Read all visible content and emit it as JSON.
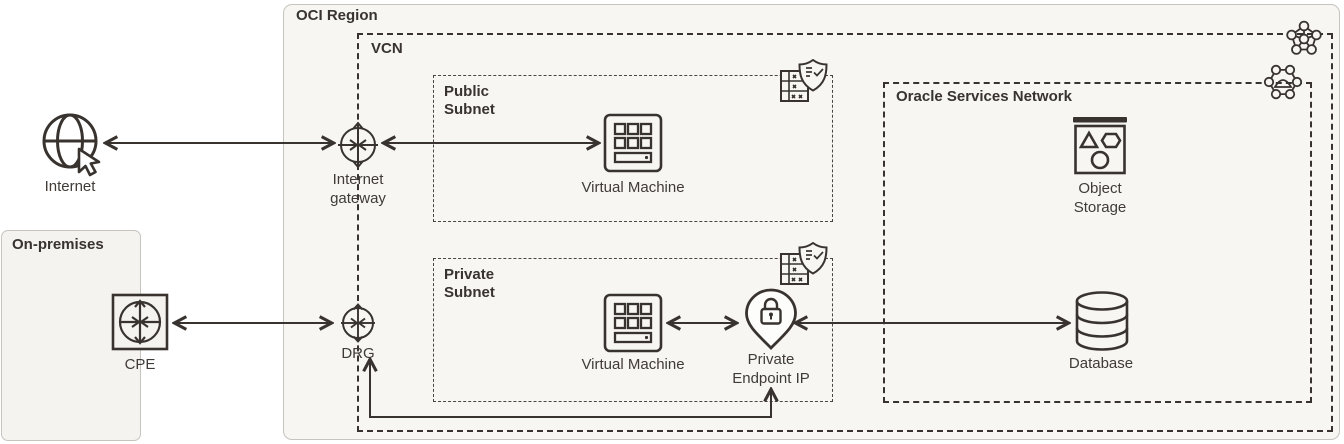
{
  "colors": {
    "ink": "#38332f",
    "label_text": "#403b36",
    "box_border": "#c7c3be",
    "region_fill": "#f7f6f3",
    "onprem_fill": "#f4f3f0"
  },
  "containers": {
    "oci_region": {
      "title": "OCI Region"
    },
    "on_premises": {
      "title": "On-premises"
    },
    "vcn": {
      "title": "VCN"
    },
    "public_subnet": {
      "title": "Public\nSubnet"
    },
    "private_subnet": {
      "title": "Private\nSubnet"
    },
    "oracle_services_network": {
      "title": "Oracle Services Network"
    }
  },
  "nodes": {
    "internet": {
      "label": "Internet",
      "icon": "globe-cursor-icon"
    },
    "internet_gateway": {
      "label": "Internet\ngateway",
      "icon": "gateway-router-icon"
    },
    "cpe": {
      "label": "CPE",
      "icon": "cpe-router-icon"
    },
    "drg": {
      "label": "DRG",
      "icon": "gateway-router-icon"
    },
    "vm_public": {
      "label": "Virtual Machine",
      "icon": "virtual-machine-icon"
    },
    "vm_private": {
      "label": "Virtual Machine",
      "icon": "virtual-machine-icon"
    },
    "private_endpoint": {
      "label": "Private\nEndpoint IP",
      "icon": "pin-lock-icon"
    },
    "object_storage": {
      "label": "Object\nStorage",
      "icon": "object-storage-icon"
    },
    "database": {
      "label": "Database",
      "icon": "database-cylinder-icon"
    },
    "security_list_public": {
      "icon": "security-list-shield-icon"
    },
    "security_list_private": {
      "icon": "security-list-shield-icon"
    },
    "vcn_badge": {
      "icon": "vcn-network-icon"
    },
    "osn_badge": {
      "icon": "services-network-icon"
    }
  },
  "connections": [
    {
      "from": "internet",
      "to": "internet_gateway",
      "style": "double-arrow"
    },
    {
      "from": "internet_gateway",
      "to": "vm_public",
      "style": "double-arrow"
    },
    {
      "from": "cpe",
      "to": "drg",
      "style": "double-arrow"
    },
    {
      "from": "vm_private",
      "to": "private_endpoint",
      "style": "double-arrow"
    },
    {
      "from": "private_endpoint",
      "to": "database",
      "style": "double-arrow"
    },
    {
      "from": "drg",
      "to": "private_endpoint",
      "style": "elbow-double-arrow"
    }
  ]
}
